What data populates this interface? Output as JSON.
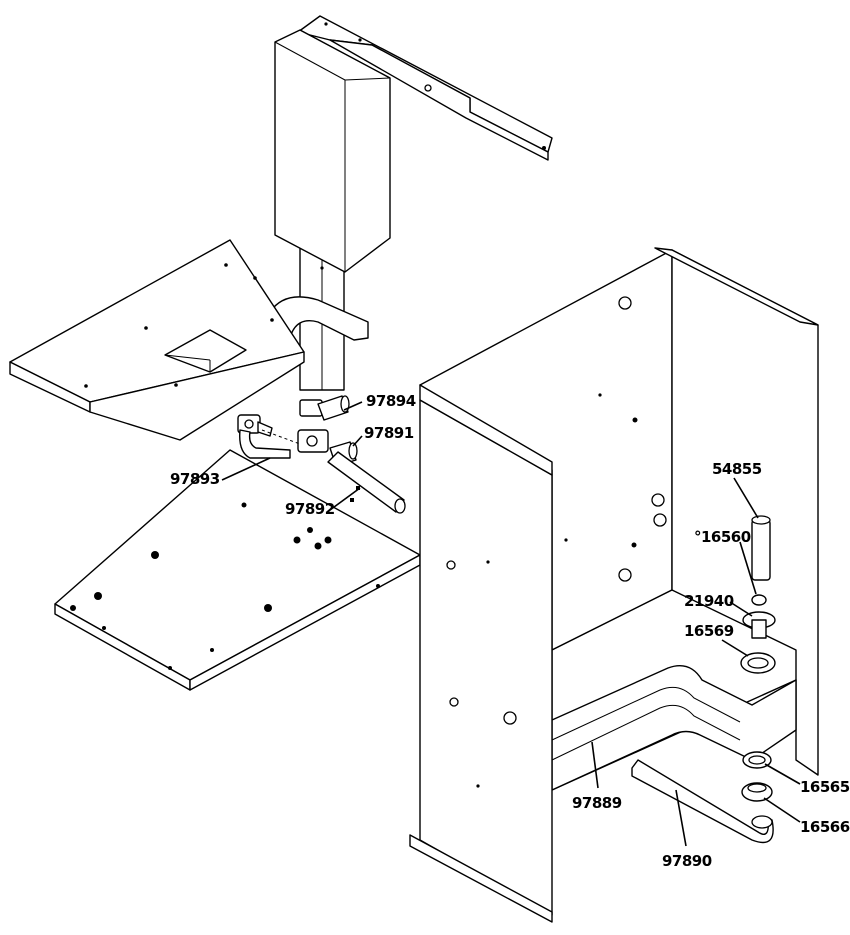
{
  "labels": {
    "p97894": "97894",
    "p97891": "97891",
    "p97893": "97893",
    "p97892": "97892",
    "p54855": "54855",
    "p16560": "°16560",
    "p21940": "21940",
    "p16569": "16569",
    "p16565": "16565",
    "p16566": "16566",
    "p97889": "97889",
    "p97890": "97890"
  }
}
